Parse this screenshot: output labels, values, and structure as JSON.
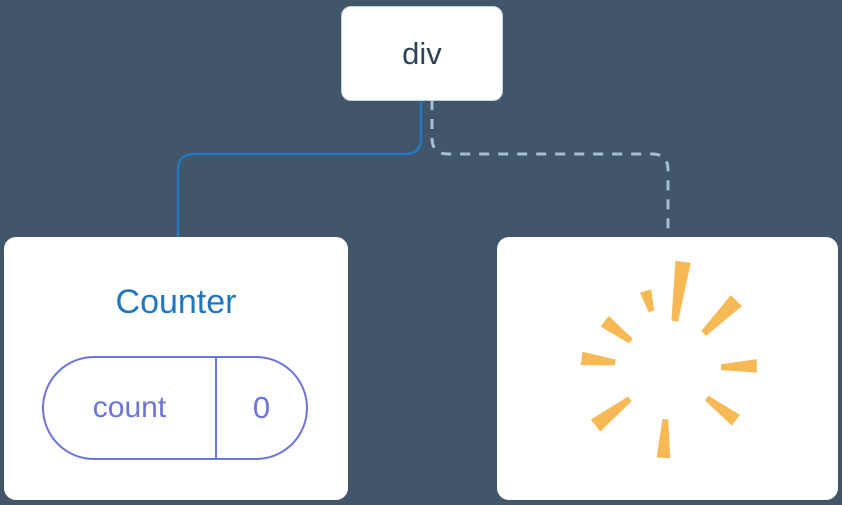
{
  "diagram": {
    "root": {
      "label": "div"
    },
    "counter": {
      "title": "Counter",
      "state": {
        "key": "count",
        "value": "0"
      }
    },
    "removed": {
      "icon": "poof-burst"
    }
  },
  "colors": {
    "background": "#42566A",
    "card_background": "#FFFFFF",
    "solid_connector": "#2478BE",
    "dashed_connector": "#A4BED2",
    "root_label": "#2F4459",
    "counter_title": "#2077BE",
    "state_purple": "#6C74DD",
    "poof": "#F7B955"
  }
}
